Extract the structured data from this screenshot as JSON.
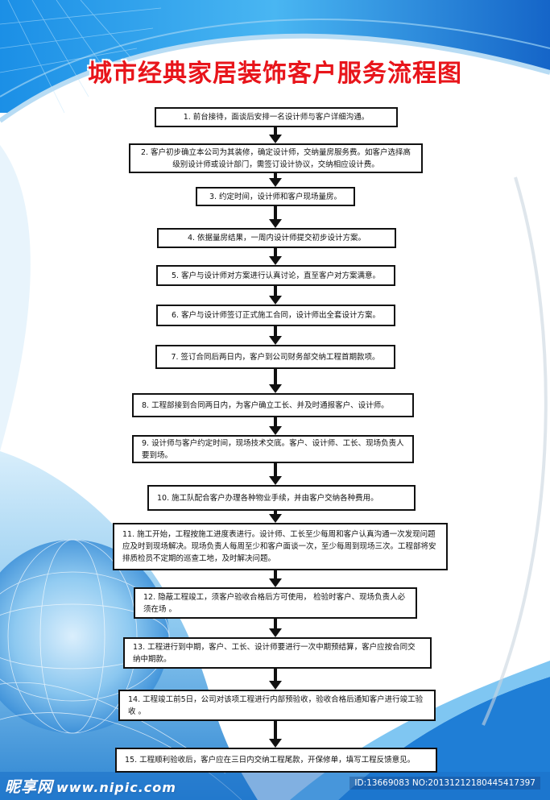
{
  "title": "城市经典家居装饰客户服务流程图",
  "colors": {
    "title": "#e8151b",
    "background_blue": "#1f8ee0",
    "accent_light": "#7fd0f7"
  },
  "steps": [
    {
      "label": "1. 前台接待，面谈后安排一名设计师与客户详细沟通。"
    },
    {
      "label": "2. 客户初步确立本公司为其装修，确定设计师，交纳量房服务费。如客户选择高级别设计师或设计部门，需签订设计协议，交纳相应设计费。"
    },
    {
      "label": "3. 约定时间，设计师和客户现场量房。"
    },
    {
      "label": "4. 依据量房结果，一周内设计师提交初步设计方案。"
    },
    {
      "label": "5. 客户与设计师对方案进行认真讨论，直至客户对方案满意。"
    },
    {
      "label": "6. 客户与设计师签订正式施工合同，设计师出全套设计方案。"
    },
    {
      "label": "7. 签订合同后两日内，客户到公司财务部交纳工程首期款项。"
    },
    {
      "label": "8. 工程部接到合同两日内，为客户确立工长、并及时通报客户、设计师。"
    },
    {
      "label": "9. 设计师与客户约定时间，现场技术交底。客户、设计师、工长、现场负责人要到场。"
    },
    {
      "label": "10. 施工队配合客户办理各种物业手续，并由客户交纳各种费用。"
    },
    {
      "label": "11. 施工开始，工程按施工进度表进行。设计师、工长至少每周和客户认真沟通一次发现问题应及时到现场解决。现场负责人每周至少和客户面谈一次，至少每周到现场三次。工程部将安排质检员不定期的巡查工地，及时解决问题。"
    },
    {
      "label": "12. 隐蔽工程竣工，须客户验收合格后方可使用， 检验时客户、现场负责人必须在场 。"
    },
    {
      "label": "13. 工程进行到中期，客户、工长、设计师要进行一次中期预结算，客户应按合同交纳中期款。"
    },
    {
      "label": "14. 工程竣工前5日，公司对该项工程进行内部预验收，验收合格后通知客户进行竣工验收 。"
    },
    {
      "label": "15. 工程顺利验收后，客户应在三日内交纳工程尾款，开保修单，填写工程反馈意见。"
    }
  ],
  "footer": {
    "logo": "昵享网",
    "url": "www.nipic.com",
    "id_text": "ID:13669083 NO:20131212180445417397"
  }
}
